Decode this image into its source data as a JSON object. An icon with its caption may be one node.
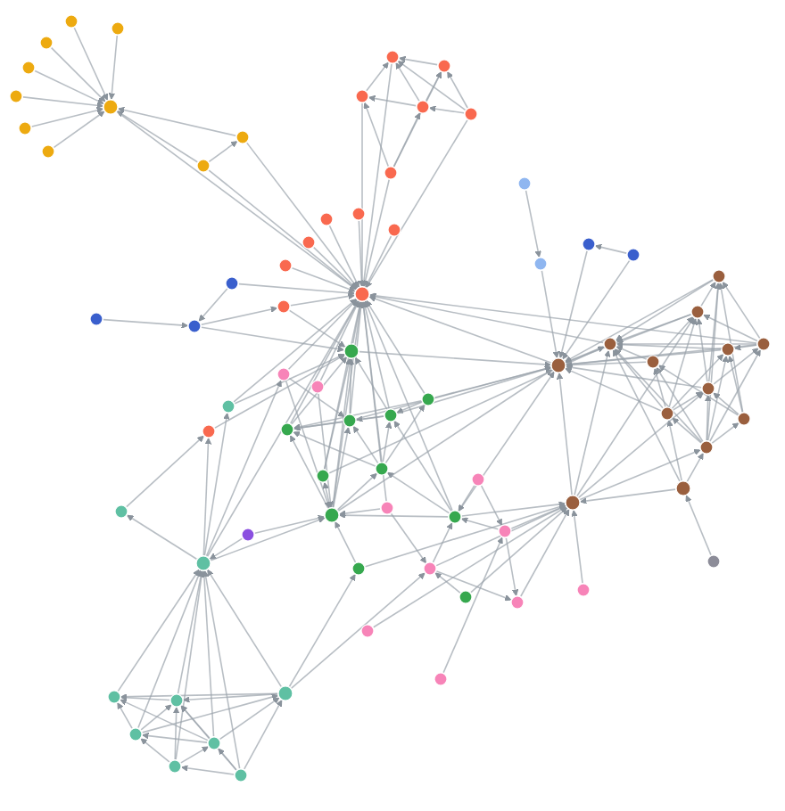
{
  "diagram": {
    "nodes": [
      {
        "text": [],
        "shape": "circle"
      },
      {
        "text": [],
        "shape": "circle"
      },
      {
        "text": [],
        "shape": "circle"
      },
      {
        "text": [],
        "shape": "circle"
      },
      {
        "text": [],
        "shape": "circle"
      },
      {
        "text": [],
        "shape": "circle"
      },
      {
        "text": [],
        "shape": "circle"
      },
      {
        "text": [],
        "shape": "circle"
      },
      {
        "text": [],
        "shape": "circle"
      },
      {
        "text": [],
        "shape": "circle"
      },
      {
        "text": [],
        "shape": "circle"
      },
      {
        "text": [],
        "shape": "circle"
      },
      {
        "text": [],
        "shape": "circle"
      },
      {
        "text": [],
        "shape": "circle"
      },
      {
        "text": [],
        "shape": "circle"
      },
      {
        "text": [],
        "shape": "circle"
      },
      {
        "text": [],
        "shape": "circle"
      },
      {
        "text": [],
        "shape": "circle"
      },
      {
        "text": [],
        "shape": "circle"
      },
      {
        "text": [],
        "shape": "circle"
      },
      {
        "text": [],
        "shape": "circle"
      },
      {
        "text": [],
        "shape": "circle"
      },
      {
        "text": [],
        "shape": "circle"
      },
      {
        "text": [],
        "shape": "circle"
      },
      {
        "text": [],
        "shape": "circle"
      },
      {
        "text": [],
        "shape": "circle"
      },
      {
        "text": [],
        "shape": "circle"
      },
      {
        "text": [],
        "shape": "circle"
      },
      {
        "text": [],
        "shape": "circle"
      },
      {
        "text": [],
        "shape": "circle"
      },
      {
        "text": [],
        "shape": "circle"
      },
      {
        "text": [],
        "shape": "circle"
      },
      {
        "text": [],
        "shape": "circle"
      },
      {
        "text": [],
        "shape": "circle"
      },
      {
        "text": [],
        "shape": "circle"
      },
      {
        "text": [],
        "shape": "circle"
      },
      {
        "text": [],
        "shape": "circle"
      },
      {
        "text": [],
        "shape": "circle"
      },
      {
        "text": [],
        "shape": "circle"
      },
      {
        "text": [],
        "shape": "circle"
      },
      {
        "text": [],
        "shape": "circle"
      },
      {
        "text": [],
        "shape": "circle"
      },
      {
        "text": [],
        "shape": "circle"
      },
      {
        "text": [],
        "shape": "circle"
      },
      {
        "text": [],
        "shape": "circle"
      },
      {
        "text": [],
        "shape": "circle"
      },
      {
        "text": [],
        "shape": "circle"
      },
      {
        "text": [],
        "shape": "circle"
      },
      {
        "text": [],
        "shape": "circle"
      },
      {
        "text": [],
        "shape": "circle"
      },
      {
        "text": [],
        "shape": "circle"
      },
      {
        "text": [],
        "shape": "circle"
      },
      {
        "text": [],
        "shape": "circle"
      },
      {
        "text": [],
        "shape": "circle"
      },
      {
        "text": [],
        "shape": "circle"
      },
      {
        "text": [],
        "shape": "circle"
      },
      {
        "text": [],
        "shape": "circle"
      },
      {
        "text": [],
        "shape": "circle"
      },
      {
        "text": [],
        "shape": "circle"
      },
      {
        "text": [],
        "shape": "circle"
      },
      {
        "text": [],
        "shape": "circle"
      },
      {
        "text": [],
        "shape": "circle"
      },
      {
        "text": [],
        "shape": "circle"
      },
      {
        "text": [],
        "shape": "circle"
      },
      {
        "text": [],
        "shape": "circle"
      },
      {
        "text": [],
        "shape": "circle"
      },
      {
        "text": [],
        "shape": "circle"
      },
      {
        "text": [],
        "shape": "circle"
      },
      {
        "text": [],
        "shape": "circle"
      },
      {
        "text": [],
        "shape": "circle"
      },
      {
        "text": [],
        "shape": "circle"
      },
      {
        "text": [],
        "shape": "circle"
      },
      {
        "text": [],
        "shape": "circle"
      },
      {
        "text": [],
        "shape": "circle"
      },
      {
        "text": [],
        "shape": "circle"
      },
      {
        "text": [],
        "shape": "circle"
      },
      {
        "text": [],
        "shape": "circle"
      }
    ],
    "edges": [
      {
        "from": 1,
        "to": 0,
        "arrow": "to"
      },
      {
        "from": 2,
        "to": 0,
        "arrow": "to"
      },
      {
        "from": 3,
        "to": 0,
        "arrow": "to"
      },
      {
        "from": 4,
        "to": 0,
        "arrow": "to"
      },
      {
        "from": 5,
        "to": 0,
        "arrow": "to"
      },
      {
        "from": 6,
        "to": 0,
        "arrow": "to"
      },
      {
        "from": 7,
        "to": 0,
        "arrow": "to"
      },
      {
        "from": 8,
        "to": 0,
        "arrow": "to"
      },
      {
        "from": 9,
        "to": 0,
        "arrow": "to"
      },
      {
        "from": 9,
        "to": 8,
        "arrow": "to"
      },
      {
        "from": 8,
        "to": 21,
        "arrow": "to"
      },
      {
        "from": 9,
        "to": 21,
        "arrow": "to"
      },
      {
        "from": 0,
        "to": 21,
        "arrow": "to"
      },
      {
        "from": 11,
        "to": 10,
        "arrow": "to"
      },
      {
        "from": 12,
        "to": 10,
        "arrow": "to"
      },
      {
        "from": 13,
        "to": 10,
        "arrow": "to"
      },
      {
        "from": 14,
        "to": 10,
        "arrow": "to"
      },
      {
        "from": 13,
        "to": 11,
        "arrow": "to"
      },
      {
        "from": 14,
        "to": 11,
        "arrow": "to"
      },
      {
        "from": 13,
        "to": 12,
        "arrow": "to"
      },
      {
        "from": 15,
        "to": 12,
        "arrow": "to"
      },
      {
        "from": 14,
        "to": 13,
        "arrow": "to"
      },
      {
        "from": 15,
        "to": 11,
        "arrow": "to"
      },
      {
        "from": 15,
        "to": 13,
        "arrow": "to"
      },
      {
        "from": 14,
        "to": 21,
        "arrow": "to"
      },
      {
        "from": 15,
        "to": 21,
        "arrow": "to"
      },
      {
        "from": 12,
        "to": 21,
        "arrow": "to"
      },
      {
        "from": 10,
        "to": 21,
        "arrow": "to"
      },
      {
        "from": 16,
        "to": 21,
        "arrow": "to"
      },
      {
        "from": 17,
        "to": 21,
        "arrow": "to"
      },
      {
        "from": 18,
        "to": 21,
        "arrow": "to"
      },
      {
        "from": 19,
        "to": 21,
        "arrow": "to"
      },
      {
        "from": 20,
        "to": 21,
        "arrow": "to"
      },
      {
        "from": 22,
        "to": 21,
        "arrow": "to"
      },
      {
        "from": 25,
        "to": 26,
        "arrow": "to"
      },
      {
        "from": 24,
        "to": 26,
        "arrow": "to"
      },
      {
        "from": 26,
        "to": 22,
        "arrow": "to"
      },
      {
        "from": 26,
        "to": 31,
        "arrow": "to"
      },
      {
        "from": 24,
        "to": 21,
        "arrow": "to"
      },
      {
        "from": 29,
        "to": 30,
        "arrow": "to"
      },
      {
        "from": 30,
        "to": 63,
        "arrow": "to"
      },
      {
        "from": 27,
        "to": 63,
        "arrow": "to"
      },
      {
        "from": 28,
        "to": 27,
        "arrow": "to"
      },
      {
        "from": 28,
        "to": 63,
        "arrow": "to"
      },
      {
        "from": 31,
        "to": 21,
        "arrow": "to"
      },
      {
        "from": 32,
        "to": 21,
        "arrow": "to"
      },
      {
        "from": 33,
        "to": 21,
        "arrow": "to"
      },
      {
        "from": 34,
        "to": 21,
        "arrow": "to"
      },
      {
        "from": 35,
        "to": 21,
        "arrow": "to"
      },
      {
        "from": 36,
        "to": 21,
        "arrow": "to"
      },
      {
        "from": 37,
        "to": 21,
        "arrow": "to"
      },
      {
        "from": 38,
        "to": 21,
        "arrow": "to"
      },
      {
        "from": 63,
        "to": 21,
        "arrow": "to"
      },
      {
        "from": 64,
        "to": 21,
        "arrow": "to"
      },
      {
        "from": 68,
        "to": 21,
        "arrow": "to"
      },
      {
        "from": 52,
        "to": 21,
        "arrow": "to"
      },
      {
        "from": 54,
        "to": 21,
        "arrow": "to"
      },
      {
        "from": 42,
        "to": 21,
        "arrow": "to"
      },
      {
        "from": 43,
        "to": 21,
        "arrow": "to"
      },
      {
        "from": 39,
        "to": 21,
        "arrow": "to"
      },
      {
        "from": 45,
        "to": 21,
        "arrow": "to"
      },
      {
        "from": 22,
        "to": 31,
        "arrow": "to"
      },
      {
        "from": 23,
        "to": 31,
        "arrow": "to"
      },
      {
        "from": 52,
        "to": 31,
        "arrow": "to"
      },
      {
        "from": 54,
        "to": 52,
        "arrow": "to"
      },
      {
        "from": 54,
        "to": 23,
        "arrow": "to"
      },
      {
        "from": 53,
        "to": 23,
        "arrow": "to"
      },
      {
        "from": 54,
        "to": 53,
        "arrow": "to"
      },
      {
        "from": 32,
        "to": 31,
        "arrow": "to"
      },
      {
        "from": 33,
        "to": 31,
        "arrow": "to"
      },
      {
        "from": 34,
        "to": 31,
        "arrow": "to"
      },
      {
        "from": 36,
        "to": 31,
        "arrow": "to"
      },
      {
        "from": 38,
        "to": 31,
        "arrow": "to"
      },
      {
        "from": 33,
        "to": 32,
        "arrow": "to"
      },
      {
        "from": 34,
        "to": 32,
        "arrow": "to"
      },
      {
        "from": 35,
        "to": 32,
        "arrow": "to"
      },
      {
        "from": 37,
        "to": 32,
        "arrow": "to"
      },
      {
        "from": 38,
        "to": 32,
        "arrow": "to"
      },
      {
        "from": 34,
        "to": 33,
        "arrow": "to"
      },
      {
        "from": 37,
        "to": 33,
        "arrow": "to"
      },
      {
        "from": 38,
        "to": 33,
        "arrow": "to"
      },
      {
        "from": 35,
        "to": 34,
        "arrow": "to"
      },
      {
        "from": 37,
        "to": 34,
        "arrow": "to"
      },
      {
        "from": 39,
        "to": 34,
        "arrow": "to"
      },
      {
        "from": 37,
        "to": 35,
        "arrow": "to"
      },
      {
        "from": 38,
        "to": 36,
        "arrow": "to"
      },
      {
        "from": 38,
        "to": 37,
        "arrow": "to"
      },
      {
        "from": 39,
        "to": 37,
        "arrow": "to"
      },
      {
        "from": 39,
        "to": 38,
        "arrow": "to"
      },
      {
        "from": 45,
        "to": 38,
        "arrow": "to"
      },
      {
        "from": 40,
        "to": 38,
        "arrow": "to"
      },
      {
        "from": 42,
        "to": 38,
        "arrow": "to"
      },
      {
        "from": 43,
        "to": 38,
        "arrow": "to"
      },
      {
        "from": 42,
        "to": 33,
        "arrow": "to"
      },
      {
        "from": 39,
        "to": 63,
        "arrow": "to"
      },
      {
        "from": 35,
        "to": 63,
        "arrow": "to"
      },
      {
        "from": 34,
        "to": 63,
        "arrow": "to"
      },
      {
        "from": 33,
        "to": 63,
        "arrow": "to"
      },
      {
        "from": 31,
        "to": 63,
        "arrow": "to"
      },
      {
        "from": 38,
        "to": 63,
        "arrow": "to"
      },
      {
        "from": 39,
        "to": 74,
        "arrow": "to"
      },
      {
        "from": 40,
        "to": 74,
        "arrow": "to"
      },
      {
        "from": 44,
        "to": 46,
        "arrow": "to"
      },
      {
        "from": 46,
        "to": 48,
        "arrow": "to"
      },
      {
        "from": 46,
        "to": 74,
        "arrow": "to"
      },
      {
        "from": 47,
        "to": 74,
        "arrow": "to"
      },
      {
        "from": 47,
        "to": 48,
        "arrow": "to"
      },
      {
        "from": 45,
        "to": 47,
        "arrow": "to"
      },
      {
        "from": 44,
        "to": 39,
        "arrow": "to"
      },
      {
        "from": 48,
        "to": 74,
        "arrow": "to"
      },
      {
        "from": 49,
        "to": 74,
        "arrow": "to"
      },
      {
        "from": 50,
        "to": 74,
        "arrow": "to"
      },
      {
        "from": 41,
        "to": 74,
        "arrow": "to"
      },
      {
        "from": 41,
        "to": 47,
        "arrow": "to"
      },
      {
        "from": 46,
        "to": 39,
        "arrow": "to"
      },
      {
        "from": 47,
        "to": 39,
        "arrow": "to"
      },
      {
        "from": 51,
        "to": 46,
        "arrow": "to"
      },
      {
        "from": 55,
        "to": 54,
        "arrow": "to"
      },
      {
        "from": 56,
        "to": 54,
        "arrow": "to"
      },
      {
        "from": 57,
        "to": 54,
        "arrow": "to"
      },
      {
        "from": 58,
        "to": 54,
        "arrow": "to"
      },
      {
        "from": 59,
        "to": 54,
        "arrow": "to"
      },
      {
        "from": 60,
        "to": 54,
        "arrow": "to"
      },
      {
        "from": 61,
        "to": 54,
        "arrow": "to"
      },
      {
        "from": 62,
        "to": 54,
        "arrow": "to"
      },
      {
        "from": 62,
        "to": 38,
        "arrow": "to"
      },
      {
        "from": 54,
        "to": 38,
        "arrow": "to"
      },
      {
        "from": 54,
        "to": 42,
        "arrow": "to"
      },
      {
        "from": 56,
        "to": 55,
        "arrow": "to"
      },
      {
        "from": 57,
        "to": 55,
        "arrow": "to"
      },
      {
        "from": 58,
        "to": 55,
        "arrow": "to"
      },
      {
        "from": 59,
        "to": 55,
        "arrow": "to"
      },
      {
        "from": 57,
        "to": 56,
        "arrow": "to"
      },
      {
        "from": 58,
        "to": 56,
        "arrow": "to"
      },
      {
        "from": 59,
        "to": 56,
        "arrow": "to"
      },
      {
        "from": 60,
        "to": 56,
        "arrow": "to"
      },
      {
        "from": 61,
        "to": 56,
        "arrow": "to"
      },
      {
        "from": 58,
        "to": 57,
        "arrow": "to"
      },
      {
        "from": 59,
        "to": 57,
        "arrow": "to"
      },
      {
        "from": 61,
        "to": 57,
        "arrow": "to"
      },
      {
        "from": 59,
        "to": 58,
        "arrow": "to"
      },
      {
        "from": 60,
        "to": 58,
        "arrow": "to"
      },
      {
        "from": 60,
        "to": 59,
        "arrow": "to"
      },
      {
        "from": 61,
        "to": 59,
        "arrow": "to"
      },
      {
        "from": 61,
        "to": 60,
        "arrow": "to"
      },
      {
        "from": 57,
        "to": 40,
        "arrow": "to"
      },
      {
        "from": 57,
        "to": 47,
        "arrow": "to"
      },
      {
        "from": 64,
        "to": 63,
        "arrow": "to"
      },
      {
        "from": 65,
        "to": 63,
        "arrow": "to"
      },
      {
        "from": 66,
        "to": 63,
        "arrow": "to"
      },
      {
        "from": 67,
        "to": 63,
        "arrow": "to"
      },
      {
        "from": 68,
        "to": 63,
        "arrow": "to"
      },
      {
        "from": 69,
        "to": 63,
        "arrow": "to"
      },
      {
        "from": 70,
        "to": 63,
        "arrow": "to"
      },
      {
        "from": 71,
        "to": 63,
        "arrow": "to"
      },
      {
        "from": 74,
        "to": 63,
        "arrow": "to"
      },
      {
        "from": 65,
        "to": 64,
        "arrow": "to"
      },
      {
        "from": 66,
        "to": 64,
        "arrow": "to"
      },
      {
        "from": 67,
        "to": 64,
        "arrow": "to"
      },
      {
        "from": 68,
        "to": 64,
        "arrow": "to"
      },
      {
        "from": 69,
        "to": 64,
        "arrow": "to"
      },
      {
        "from": 71,
        "to": 64,
        "arrow": "to"
      },
      {
        "from": 73,
        "to": 64,
        "arrow": "to"
      },
      {
        "from": 75,
        "to": 64,
        "arrow": "to"
      },
      {
        "from": 66,
        "to": 65,
        "arrow": "to"
      },
      {
        "from": 68,
        "to": 65,
        "arrow": "to"
      },
      {
        "from": 70,
        "to": 65,
        "arrow": "to"
      },
      {
        "from": 72,
        "to": 65,
        "arrow": "to"
      },
      {
        "from": 73,
        "to": 65,
        "arrow": "to"
      },
      {
        "from": 69,
        "to": 66,
        "arrow": "to"
      },
      {
        "from": 70,
        "to": 66,
        "arrow": "to"
      },
      {
        "from": 71,
        "to": 66,
        "arrow": "to"
      },
      {
        "from": 68,
        "to": 66,
        "arrow": "to"
      },
      {
        "from": 68,
        "to": 67,
        "arrow": "to"
      },
      {
        "from": 71,
        "to": 67,
        "arrow": "to"
      },
      {
        "from": 72,
        "to": 67,
        "arrow": "to"
      },
      {
        "from": 73,
        "to": 67,
        "arrow": "to"
      },
      {
        "from": 70,
        "to": 68,
        "arrow": "to"
      },
      {
        "from": 73,
        "to": 68,
        "arrow": "to"
      },
      {
        "from": 71,
        "to": 69,
        "arrow": "to"
      },
      {
        "from": 72,
        "to": 69,
        "arrow": "to"
      },
      {
        "from": 73,
        "to": 69,
        "arrow": "to"
      },
      {
        "from": 71,
        "to": 70,
        "arrow": "to"
      },
      {
        "from": 72,
        "to": 70,
        "arrow": "to"
      },
      {
        "from": 73,
        "to": 70,
        "arrow": "to"
      },
      {
        "from": 73,
        "to": 71,
        "arrow": "to"
      },
      {
        "from": 75,
        "to": 71,
        "arrow": "to"
      },
      {
        "from": 73,
        "to": 72,
        "arrow": "to"
      },
      {
        "from": 75,
        "to": 73,
        "arrow": "to"
      },
      {
        "from": 75,
        "to": 74,
        "arrow": "to"
      },
      {
        "from": 74,
        "to": 73,
        "arrow": "to"
      },
      {
        "from": 74,
        "to": 70,
        "arrow": "to"
      },
      {
        "from": 74,
        "to": 64,
        "arrow": "to"
      },
      {
        "from": 74,
        "to": 66,
        "arrow": "to"
      },
      {
        "from": 76,
        "to": 75,
        "arrow": "to"
      },
      {
        "from": 36,
        "to": 64,
        "arrow": "to"
      }
    ]
  }
}
